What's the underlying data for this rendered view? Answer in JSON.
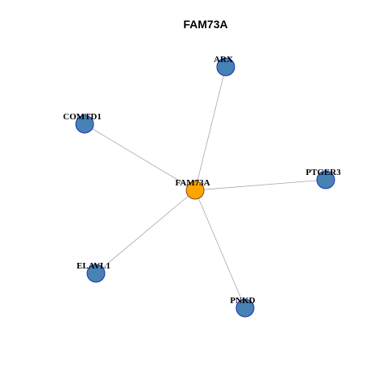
{
  "title": "FAM73A",
  "colors": {
    "center_fill": "#FFA500",
    "center_stroke": "#8B4513",
    "leaf_fill": "#4682B4",
    "leaf_stroke": "#1C2FB4",
    "edge": "#A8A8A8"
  },
  "center": "FAM73A",
  "neighbors": [
    "ARX",
    "COMTD1",
    "PTGER3",
    "ELAVL1",
    "PNKD"
  ],
  "edges": [
    [
      "FAM73A",
      "ARX"
    ],
    [
      "FAM73A",
      "COMTD1"
    ],
    [
      "FAM73A",
      "PTGER3"
    ],
    [
      "FAM73A",
      "ELAVL1"
    ],
    [
      "FAM73A",
      "PNKD"
    ]
  ]
}
